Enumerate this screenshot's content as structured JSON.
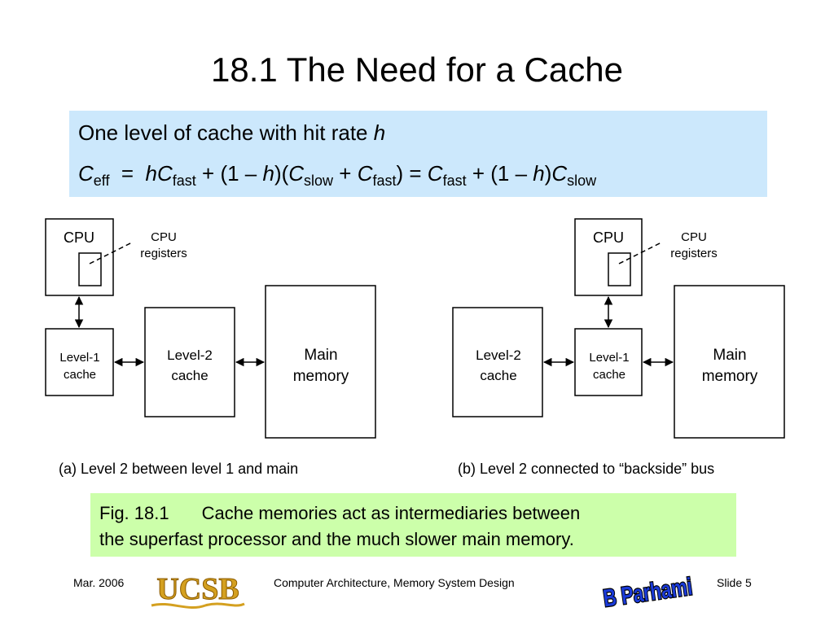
{
  "slide": {
    "title": "18.1  The Need for a Cache",
    "formula": {
      "intro": "One level of cache with hit rate ",
      "intro_var": "h",
      "parts": [
        "C",
        "eff",
        "  =  ",
        "hC",
        "fast",
        " + (1 – ",
        "h",
        ")(",
        "C",
        "slow",
        " + ",
        "C",
        "fast",
        ") = ",
        "C",
        "fast",
        " + (1 – ",
        "h",
        ")",
        "C",
        "slow"
      ]
    },
    "diagram_a": {
      "cpu": "CPU",
      "registers_line1": "CPU",
      "registers_line2": "registers",
      "level1_line1": "Level-1",
      "level1_line2": "cache",
      "level2_line1": "Level-2",
      "level2_line2": "cache",
      "main_line1": "Main",
      "main_line2": "memory",
      "caption": "(a) Level 2 between level 1 and main"
    },
    "diagram_b": {
      "cpu": "CPU",
      "registers_line1": "CPU",
      "registers_line2": "registers",
      "level1_line1": "Level-1",
      "level1_line2": "cache",
      "level2_line1": "Level-2",
      "level2_line2": "cache",
      "main_line1": "Main",
      "main_line2": "memory",
      "caption": "(b) Level 2 connected to “backside” bus"
    },
    "figure": {
      "label": "Fig. 18.1",
      "line1": "Cache memories act as intermediaries between",
      "line2": "the superfast processor and the much slower main memory."
    },
    "footer": {
      "date": "Mar. 2006",
      "logo_text": "UCSB",
      "course": "Computer Architecture, Memory System Design",
      "author_logo": "B Parhami",
      "slide": "Slide 5"
    },
    "colors": {
      "formula_bg": "#cce8fc",
      "figure_bg": "#ccffaa",
      "logo_gold": "#d4a020"
    }
  }
}
